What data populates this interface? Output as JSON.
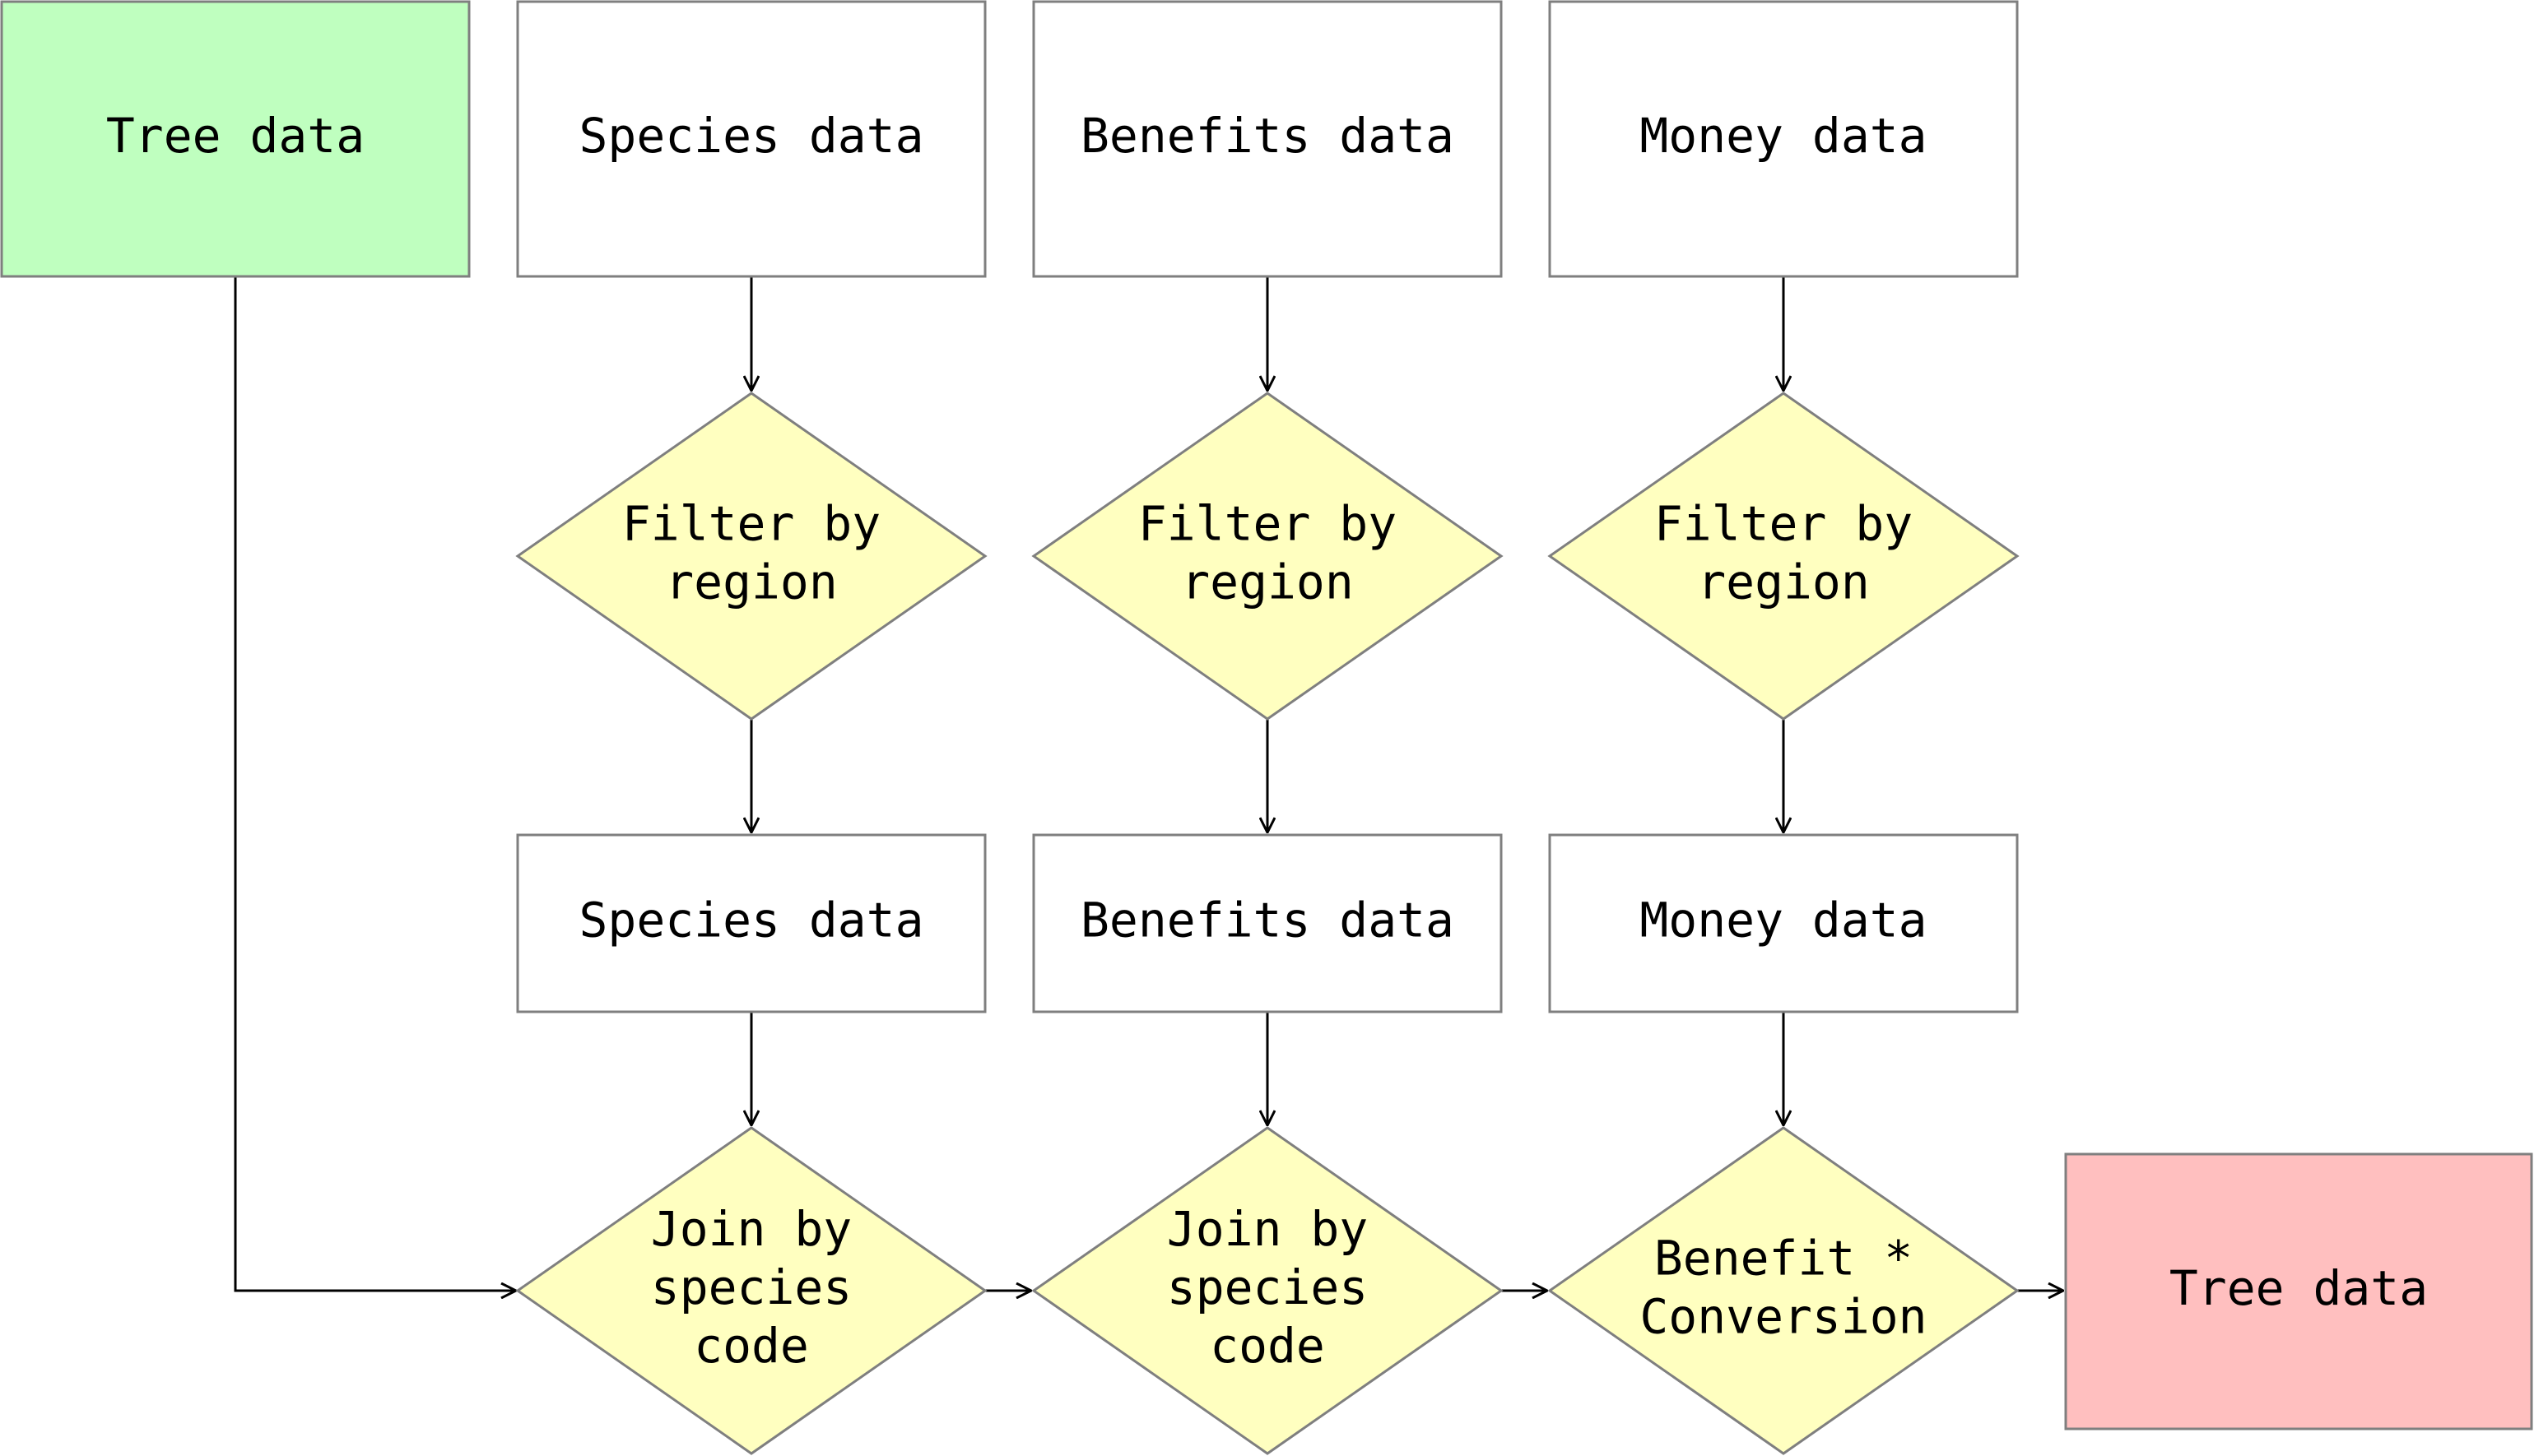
{
  "diagram": {
    "type": "flowchart",
    "nodes": {
      "tree_data_input": {
        "label": [
          "Tree data"
        ],
        "shape": "rectangle",
        "fill": "#bfffbf"
      },
      "species_data": {
        "label": [
          "Species data"
        ],
        "shape": "rectangle",
        "fill": "#ffffff"
      },
      "benefits_data": {
        "label": [
          "Benefits data"
        ],
        "shape": "rectangle",
        "fill": "#ffffff"
      },
      "money_data": {
        "label": [
          "Money data"
        ],
        "shape": "rectangle",
        "fill": "#ffffff"
      },
      "filter_species": {
        "label": [
          "Filter by",
          "region"
        ],
        "shape": "diamond",
        "fill": "#ffffc0"
      },
      "filter_benefits": {
        "label": [
          "Filter by",
          "region"
        ],
        "shape": "diamond",
        "fill": "#ffffc0"
      },
      "filter_money": {
        "label": [
          "Filter by",
          "region"
        ],
        "shape": "diamond",
        "fill": "#ffffc0"
      },
      "species_data_filtered": {
        "label": [
          "Species data"
        ],
        "shape": "rectangle",
        "fill": "#ffffff"
      },
      "benefits_data_filtered": {
        "label": [
          "Benefits data"
        ],
        "shape": "rectangle",
        "fill": "#ffffff"
      },
      "money_data_filtered": {
        "label": [
          "Money data"
        ],
        "shape": "rectangle",
        "fill": "#ffffff"
      },
      "join_species": {
        "label": [
          "Join by",
          "species",
          "code"
        ],
        "shape": "diamond",
        "fill": "#ffffc0"
      },
      "join_benefits": {
        "label": [
          "Join by",
          "species",
          "code"
        ],
        "shape": "diamond",
        "fill": "#ffffc0"
      },
      "benefit_conversion": {
        "label": [
          "Benefit *",
          "Conversion"
        ],
        "shape": "diamond",
        "fill": "#ffffc0"
      },
      "tree_data_output": {
        "label": [
          "Tree data"
        ],
        "shape": "rectangle",
        "fill": "#ffbfbf"
      }
    },
    "edges": [
      {
        "from": "tree_data_input",
        "to": "join_species"
      },
      {
        "from": "species_data",
        "to": "filter_species"
      },
      {
        "from": "benefits_data",
        "to": "filter_benefits"
      },
      {
        "from": "money_data",
        "to": "filter_money"
      },
      {
        "from": "filter_species",
        "to": "species_data_filtered"
      },
      {
        "from": "filter_benefits",
        "to": "benefits_data_filtered"
      },
      {
        "from": "filter_money",
        "to": "money_data_filtered"
      },
      {
        "from": "species_data_filtered",
        "to": "join_species"
      },
      {
        "from": "benefits_data_filtered",
        "to": "join_benefits"
      },
      {
        "from": "money_data_filtered",
        "to": "benefit_conversion"
      },
      {
        "from": "join_species",
        "to": "join_benefits"
      },
      {
        "from": "join_benefits",
        "to": "benefit_conversion"
      },
      {
        "from": "benefit_conversion",
        "to": "tree_data_output"
      }
    ]
  }
}
